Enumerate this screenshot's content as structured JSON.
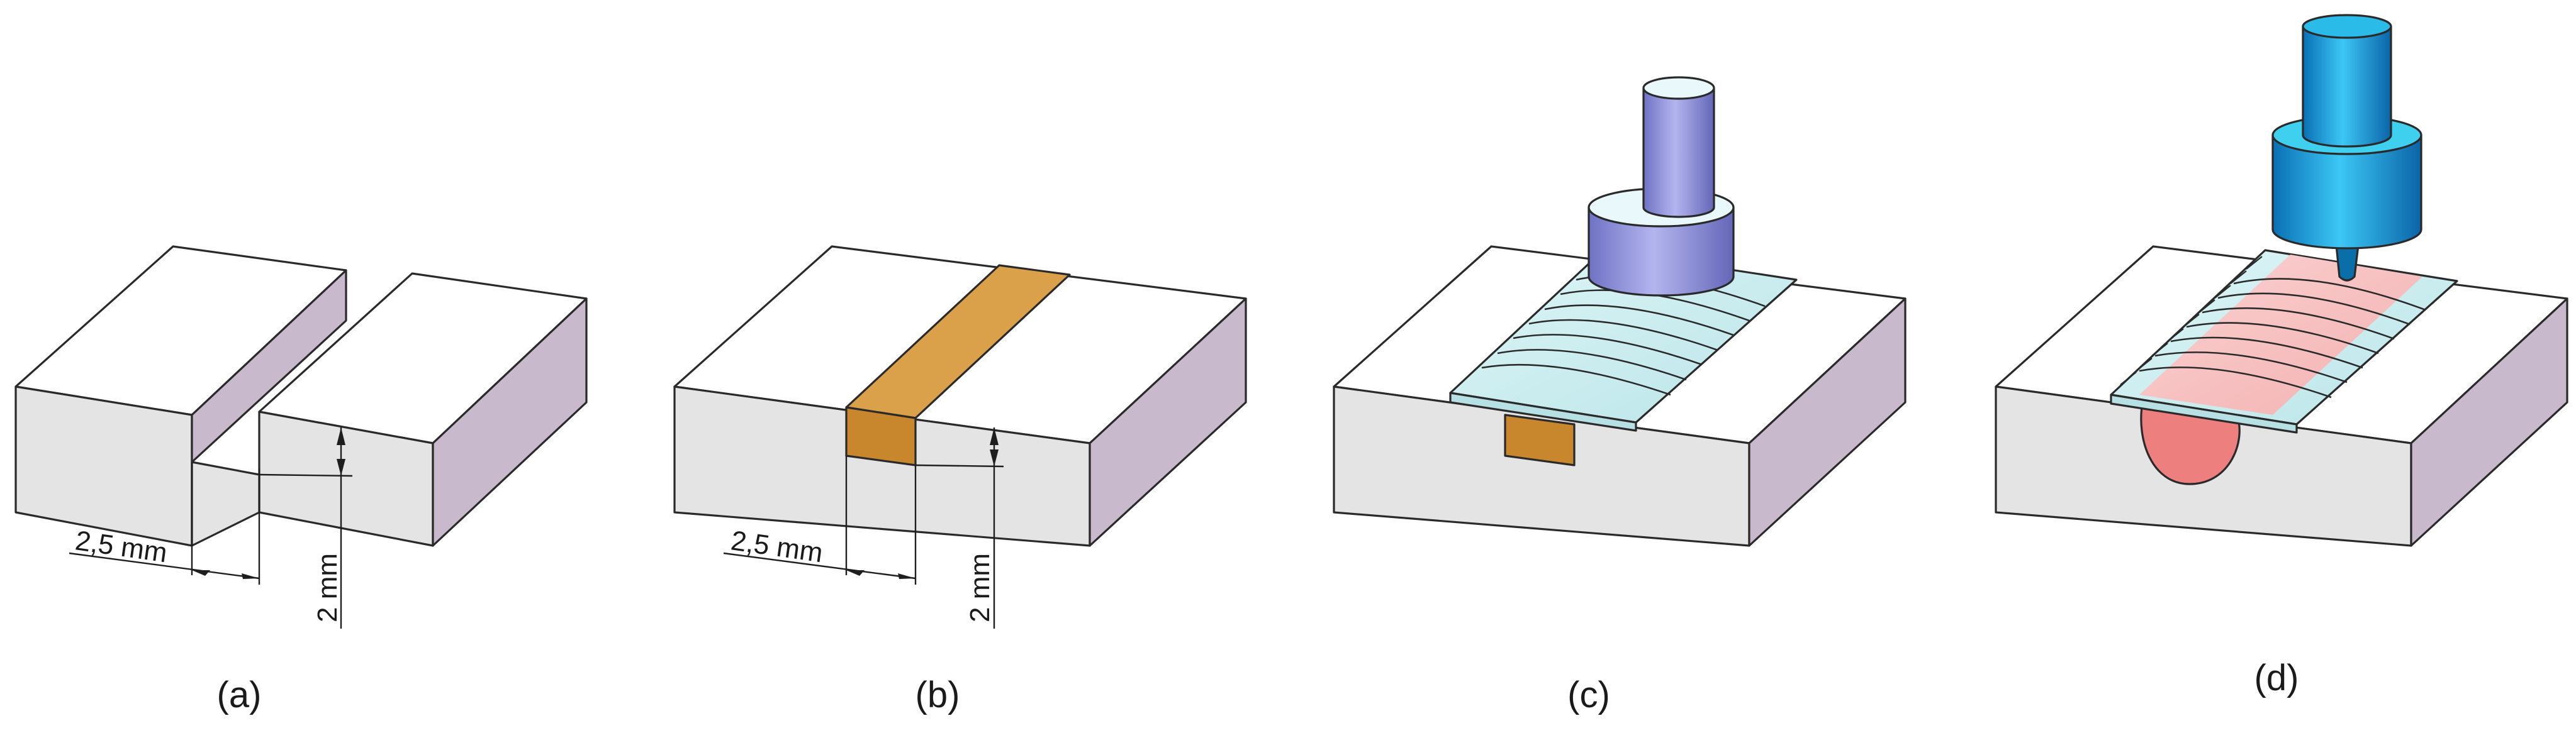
{
  "panels": [
    {
      "caption": "(a)",
      "width_label": "2,5 mm",
      "depth_label": "2 mm"
    },
    {
      "caption": "(b)",
      "width_label": "2,5 mm",
      "depth_label": "2 mm"
    },
    {
      "caption": "(c)"
    },
    {
      "caption": "(d)"
    }
  ],
  "colors": {
    "block_front": "#e4e4e4",
    "block_top": "#ffffff",
    "block_side": "#c8b9cc",
    "filler": "#d99b3e",
    "bead": "#cfeef0",
    "tool_c": "#8e90d6",
    "tool_d": "#1296d6",
    "melt_pool": "#ee7f7f"
  }
}
